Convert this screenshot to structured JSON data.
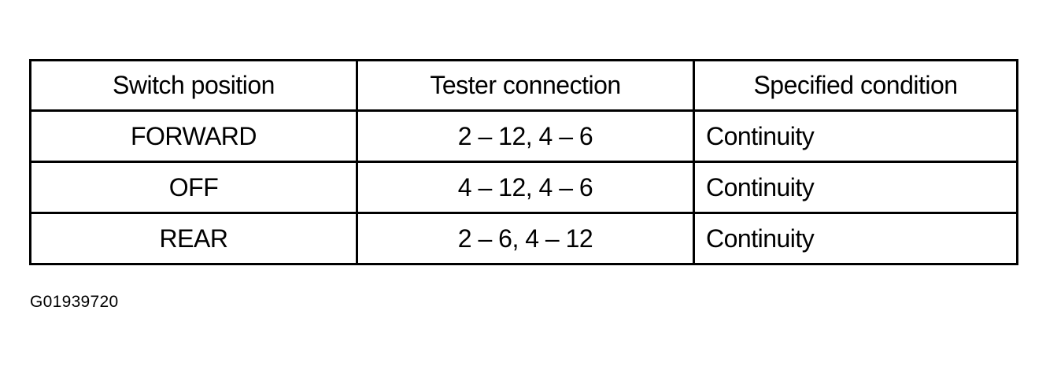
{
  "table": {
    "headers": [
      "Switch position",
      "Tester connection",
      "Specified condition"
    ],
    "rows": [
      {
        "switch_position": "FORWARD",
        "tester_connection": "2 – 12,  4 – 6",
        "specified_condition": "Continuity"
      },
      {
        "switch_position": "OFF",
        "tester_connection": "4 – 12,  4 – 6",
        "specified_condition": "Continuity"
      },
      {
        "switch_position": "REAR",
        "tester_connection": "2 – 6,  4 – 12",
        "specified_condition": "Continuity"
      }
    ]
  },
  "figure_id": "G01939720"
}
